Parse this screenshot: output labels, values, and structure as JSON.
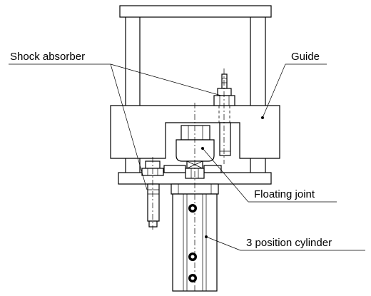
{
  "diagram": {
    "labels": {
      "shock_absorber": "Shock absorber",
      "guide": "Guide",
      "floating_joint": "Floating joint",
      "position_cylinder": "3 position cylinder"
    }
  }
}
